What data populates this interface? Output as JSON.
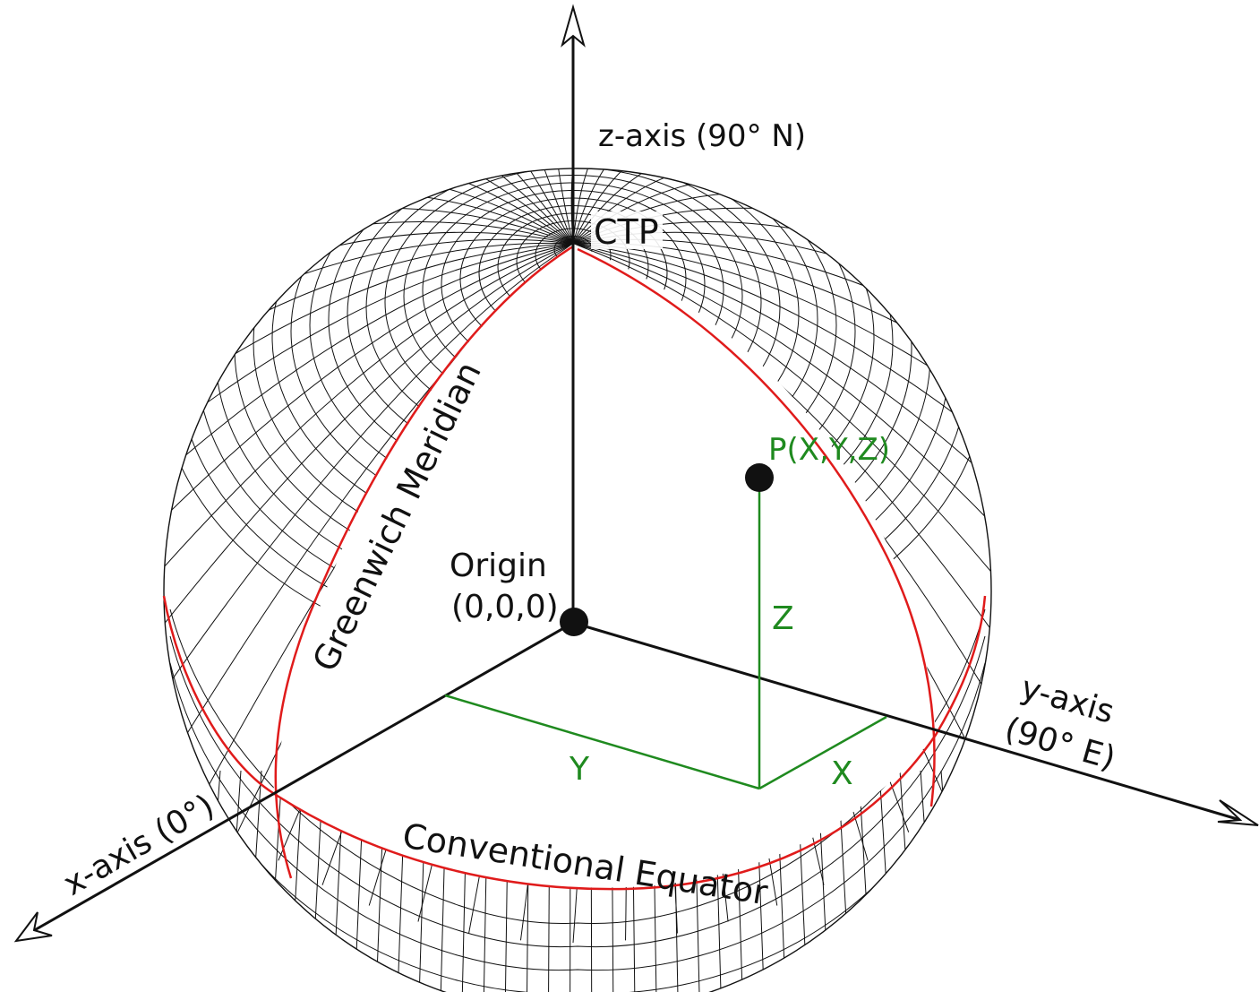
{
  "labels": {
    "z_axis": "z-axis (90° N)",
    "ctp": "CTP",
    "point": "P(X,Y,Z)",
    "origin_line1": "Origin",
    "origin_line2": "(0,0,0)",
    "z": "Z",
    "y_axis_line1": "y-axis",
    "y_axis_line2": "(90° E)",
    "y": "Y",
    "x": "X",
    "x_axis": "x-axis (0°)",
    "greenwich": "Greenwich Meridian",
    "equator": "Conventional Equator"
  },
  "colors": {
    "axis": "#111111",
    "grid": "#111111",
    "reference_lines": "#e01b1b",
    "coordinates": "#1f8a1f"
  }
}
